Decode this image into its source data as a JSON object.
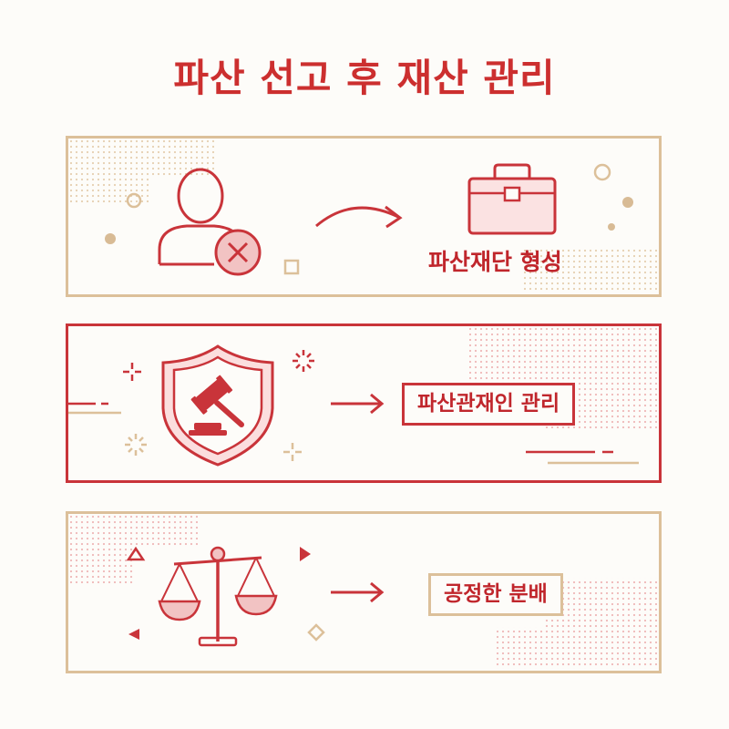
{
  "title": "파산 선고 후 재산 관리",
  "steps": [
    {
      "label": "파산재단 형성",
      "icon": "person-x-icon",
      "target_icon": "briefcase-icon"
    },
    {
      "label": "파산관재인 관리",
      "icon": "shield-gavel-icon"
    },
    {
      "label": "공정한 분배",
      "icon": "scales-icon"
    }
  ],
  "colors": {
    "accent": "#c9343a",
    "beige": "#dcc09a",
    "pink": "#f2c3c3",
    "background": "#fdfcf9"
  }
}
